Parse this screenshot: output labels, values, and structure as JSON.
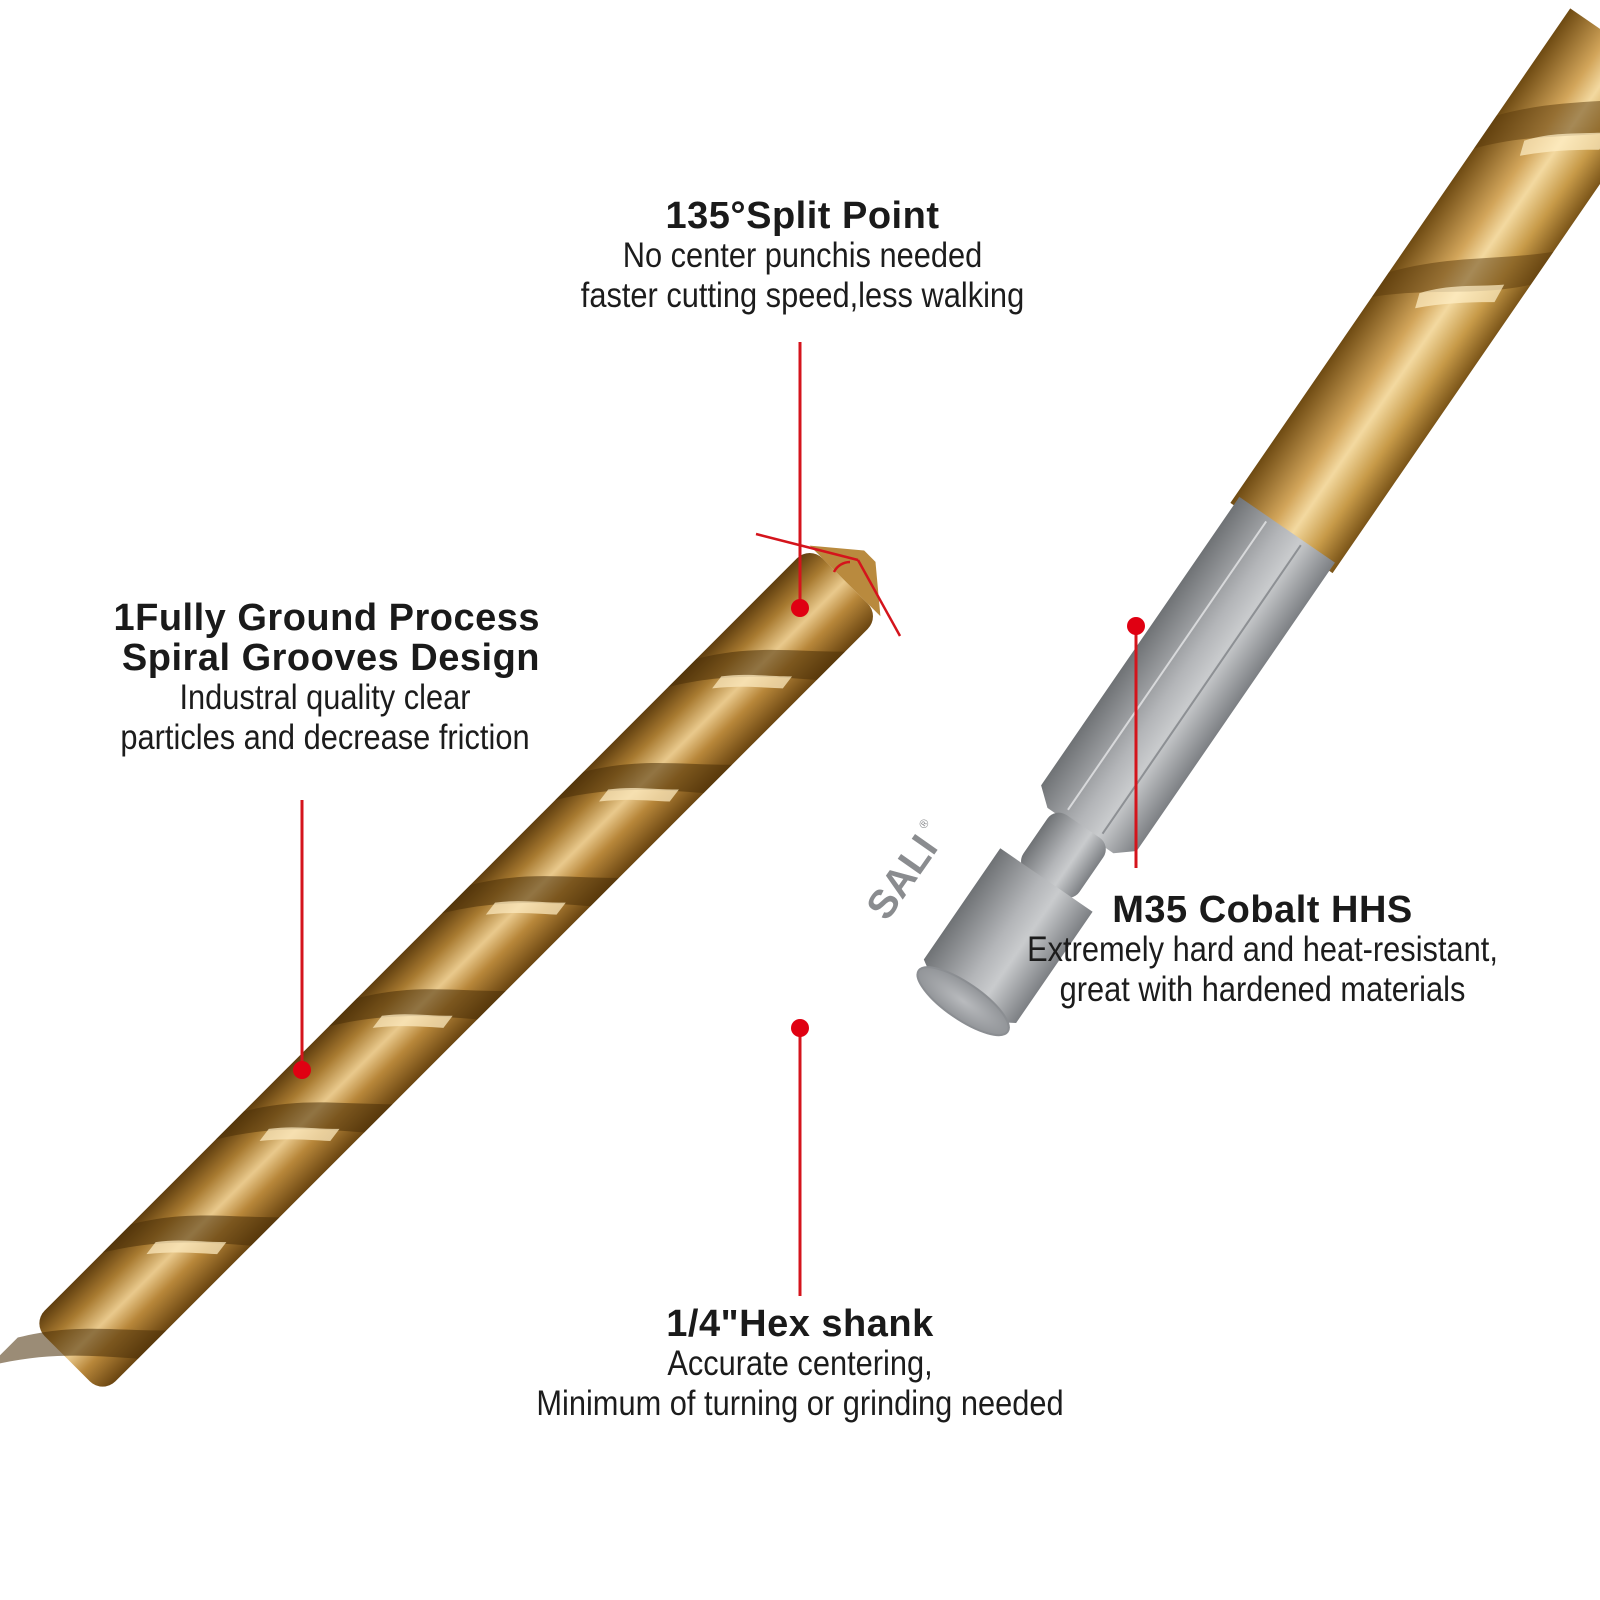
{
  "brand": {
    "logo_text": "SALI",
    "registered_mark": "®"
  },
  "colors": {
    "callout_line": "#d4141c",
    "bit_gold": "#c79a48",
    "shank_silver": "#a9abad",
    "text": "#1a1a1a",
    "background": "#ffffff"
  },
  "callouts": {
    "split_point": {
      "title": "135°Split Point",
      "lines": [
        "No center punchis needed",
        "faster cutting speed,less walking"
      ]
    },
    "spiral": {
      "title_lines": [
        "1Fully Ground Process",
        "Spiral Grooves Design"
      ],
      "lines": [
        "Industral quality clear",
        "particles and decrease friction"
      ]
    },
    "cobalt": {
      "title": "M35 Cobalt HHS",
      "lines": [
        "Extremely hard and heat-resistant,",
        "great with hardened materials"
      ]
    },
    "hex_shank": {
      "title": "1/4\"Hex shank",
      "lines": [
        "Accurate centering,",
        "Minimum of turning or grinding needed"
      ]
    }
  }
}
